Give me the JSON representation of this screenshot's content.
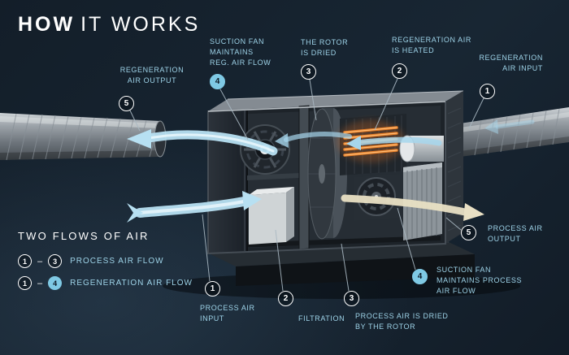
{
  "title": {
    "word_bold": "HOW",
    "word_rest": "IT WORKS"
  },
  "callouts": {
    "reg_air_output": {
      "num": "5",
      "label": "REGENERATION\nAIR OUTPUT"
    },
    "suction_fan_reg": {
      "num": "4",
      "label": "SUCTION FAN\nMAINTAINS\nREG. AIR FLOW"
    },
    "rotor_dried": {
      "num": "3",
      "label": "THE ROTOR\nIS DRIED"
    },
    "reg_air_heated": {
      "num": "2",
      "label": "REGENERATION AIR\nIS HEATED"
    },
    "reg_air_input": {
      "num": "1",
      "label": "REGENERATION\nAIR INPUT"
    },
    "process_air_output": {
      "num": "5",
      "label": "PROCESS AIR\nOUTPUT"
    },
    "suction_fan_process": {
      "num": "4",
      "label": "SUCTION FAN\nMAINTAINS PROCESS\nAIR FLOW"
    },
    "process_air_dried": {
      "num": "3",
      "label": "PROCESS AIR IS DRIED\nBY THE ROTOR"
    },
    "filtration": {
      "num": "2",
      "label": "FILTRATION"
    },
    "process_air_input": {
      "num": "1",
      "label": "PROCESS AIR\nINPUT"
    }
  },
  "legend": {
    "title": "TWO FLOWS OF AIR",
    "dash": "–",
    "rows": [
      {
        "from": "1",
        "to": "3",
        "label": "PROCESS AIR FLOW"
      },
      {
        "from": "1",
        "to": "4",
        "label": "REGENERATION AIR FLOW"
      }
    ]
  },
  "colors": {
    "background": "#16222e",
    "label_cyan": "#9ed3e8",
    "flow_blue": "#b7e0f2",
    "flow_beige": "#e9e0c4",
    "heater_orange": "#e87f28",
    "badge_fill_cyan": "#7fc9e4",
    "white": "#ffffff"
  }
}
